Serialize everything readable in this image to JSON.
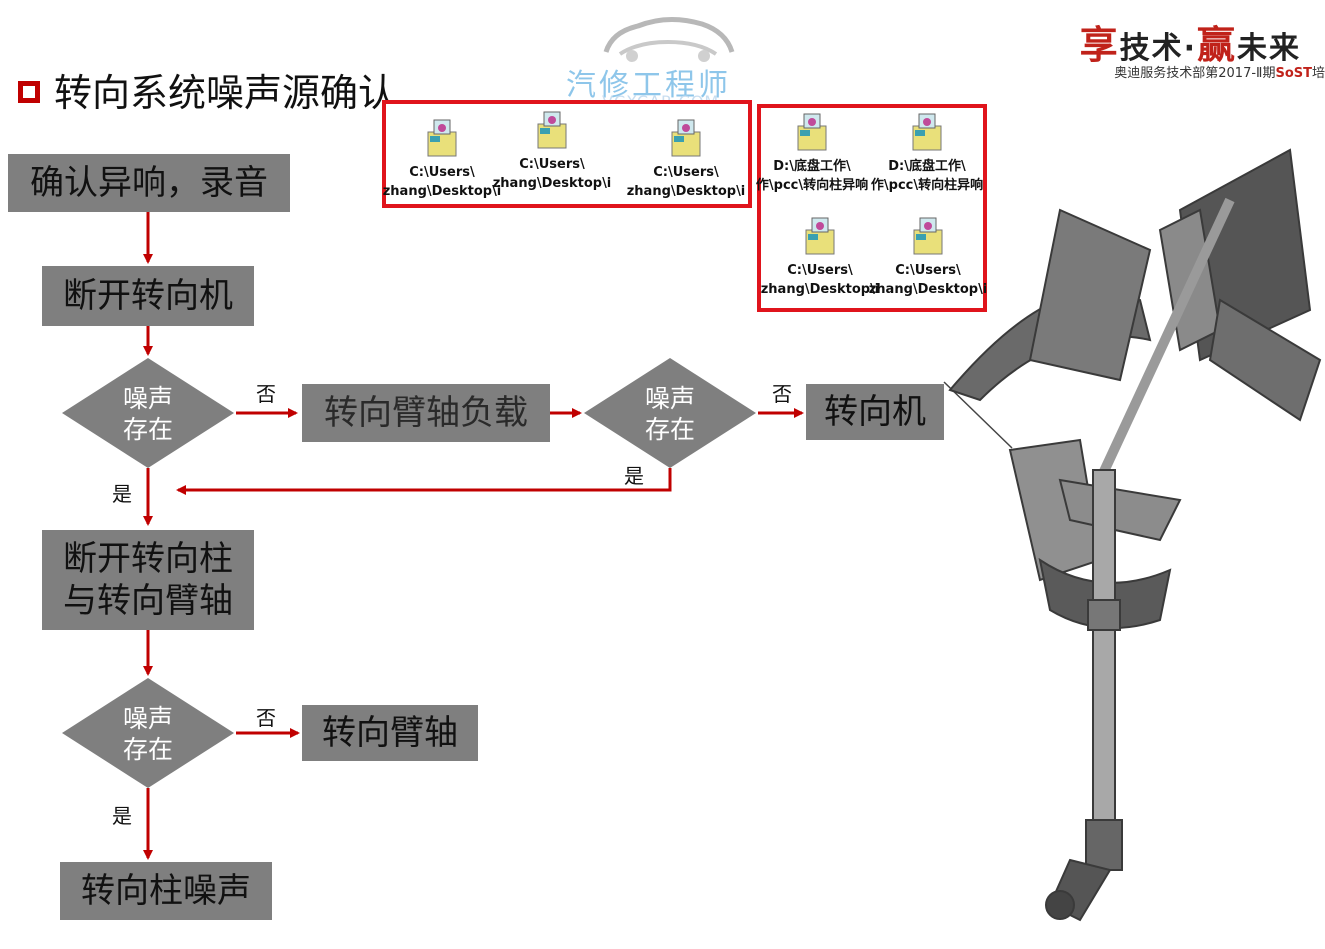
{
  "header": {
    "title": "转向系统噪声源确认",
    "brand_1": "享",
    "brand_2": "技术·",
    "brand_3": "赢",
    "brand_4": "未来",
    "subbrand_prefix": "奥迪服务技术部第2017-Ⅱ期",
    "subbrand_highlight": "SoST",
    "subbrand_suffix": "培",
    "watermark": "汽修工程师",
    "watermark_url": "VCXCAR.COM"
  },
  "flow": {
    "step1": "确认异响，录音",
    "step2": "断开转向机",
    "decision1": "噪声\n存在",
    "step3": "转向臂轴负载",
    "decision2": "噪声\n存在",
    "result1": "转向机",
    "step4": "断开转向柱\n与转向臂轴",
    "decision3": "噪声\n存在",
    "result2": "转向臂轴",
    "result3": "转向柱噪声",
    "no": "否",
    "yes": "是"
  },
  "attachments_group1": [
    {
      "line1": "C:\\Users\\",
      "line2": "zhang\\Desktop\\i"
    },
    {
      "line1": "C:\\Users\\",
      "line2": "zhang\\Desktop\\i"
    },
    {
      "line1": "C:\\Users\\",
      "line2": "zhang\\Desktop\\i"
    }
  ],
  "attachments_group2": [
    {
      "line1": "D:\\底盘工作\\",
      "line2": "作\\pcc\\转向柱异响"
    },
    {
      "line1": "D:\\底盘工作\\",
      "line2": "作\\pcc\\转向柱异响"
    },
    {
      "line1": "C:\\Users\\",
      "line2": "zhang\\Desktop\\i"
    },
    {
      "line1": "C:\\Users\\",
      "line2": "zhang\\Desktop\\i"
    }
  ],
  "colors": {
    "accent_red": "#c00000",
    "box_gray": "#7f7f7f",
    "frame_red": "#e0141c"
  }
}
